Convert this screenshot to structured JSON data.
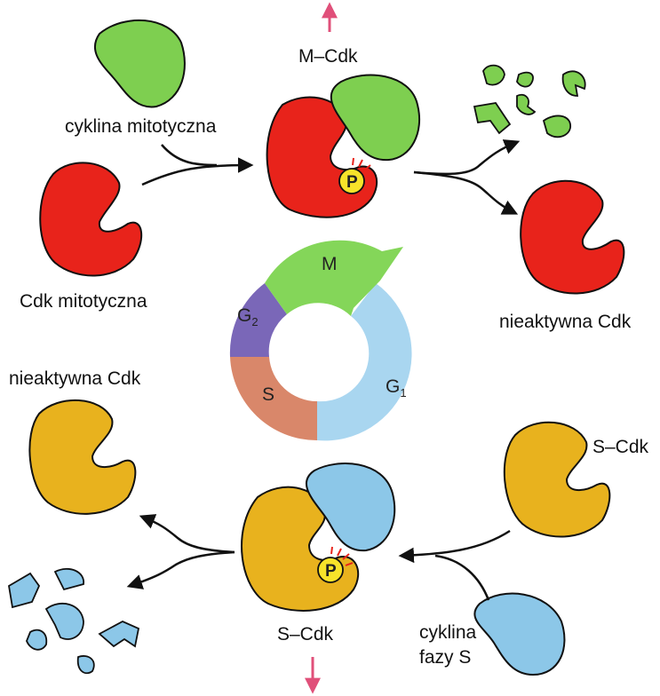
{
  "labels": {
    "m_cdk_top": "M–Cdk",
    "mitotic_cyclin": "cyklina mitotyczna",
    "mitotic_cdk": "Cdk mitotyczna",
    "inactive_cdk_right": "nieaktywna Cdk",
    "inactive_cdk_left": "nieaktywna Cdk",
    "s_cdk_right": "S–Cdk",
    "s_cdk_bottom": "S–Cdk",
    "s_cyclin_line1": "cyklina",
    "s_cyclin_line2": "fazy S"
  },
  "phases": {
    "m": "M",
    "g2_main": "G",
    "g2_sub": "2",
    "s": "S",
    "g1_main": "G",
    "g1_sub": "1"
  },
  "phosphate": "P",
  "colors": {
    "cdk_red": "#e8231b",
    "cdk_yellow": "#e8b21e",
    "cyclin_green": "#7ecf50",
    "cyclin_blue": "#8cc7e8",
    "phase_m": "#84d659",
    "phase_g2": "#7a67b8",
    "phase_s": "#d9876a",
    "phase_g1": "#a9d6f0",
    "phosphate": "#f7e32a",
    "arrow_pink": "#e0507a"
  }
}
